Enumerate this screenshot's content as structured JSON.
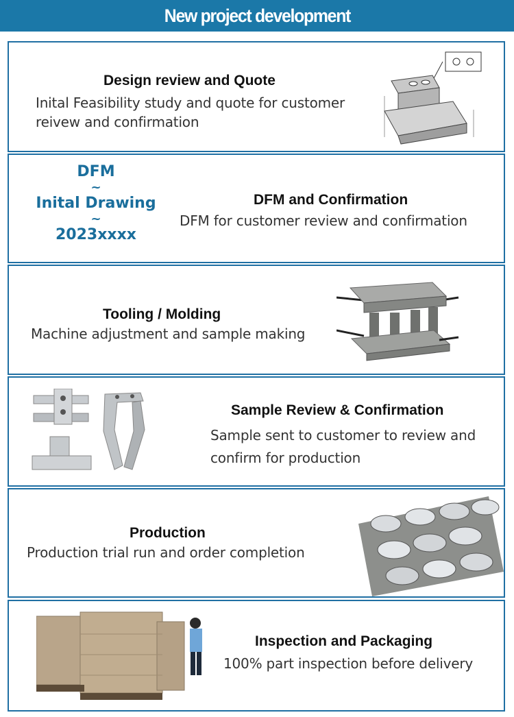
{
  "header": {
    "title": "New project development"
  },
  "steps": [
    {
      "title": "Design review and Quote",
      "description": "Inital Feasibility study and quote for customer reivew and confirmation",
      "illustration": "bracket-technical-drawing"
    },
    {
      "title": "DFM and Confirmation",
      "description": "DFM for customer review and confirmation",
      "drawing_text": {
        "line1": "DFM",
        "sep1": "~",
        "line2": "Inital Drawing",
        "sep2": "~",
        "line3": "2023xxxx"
      }
    },
    {
      "title": "Tooling / Molding",
      "description": "Machine adjustment and sample making",
      "illustration": "stamping-die-mold"
    },
    {
      "title": "Sample Review & Confirmation",
      "description": "Sample sent to customer to review and confirm for production",
      "illustration": "metal-sample-parts"
    },
    {
      "title": "Production",
      "description": "Production trial run and order completion",
      "illustration": "stainless-parts-batch"
    },
    {
      "title": "Inspection and Packaging",
      "description": "100% part inspection before delivery",
      "illustration": "boxed-pallets-with-worker"
    }
  ],
  "colors": {
    "banner": "#1b78a8",
    "border": "#1f6fa3",
    "dfm_text": "#1a6e9c"
  }
}
